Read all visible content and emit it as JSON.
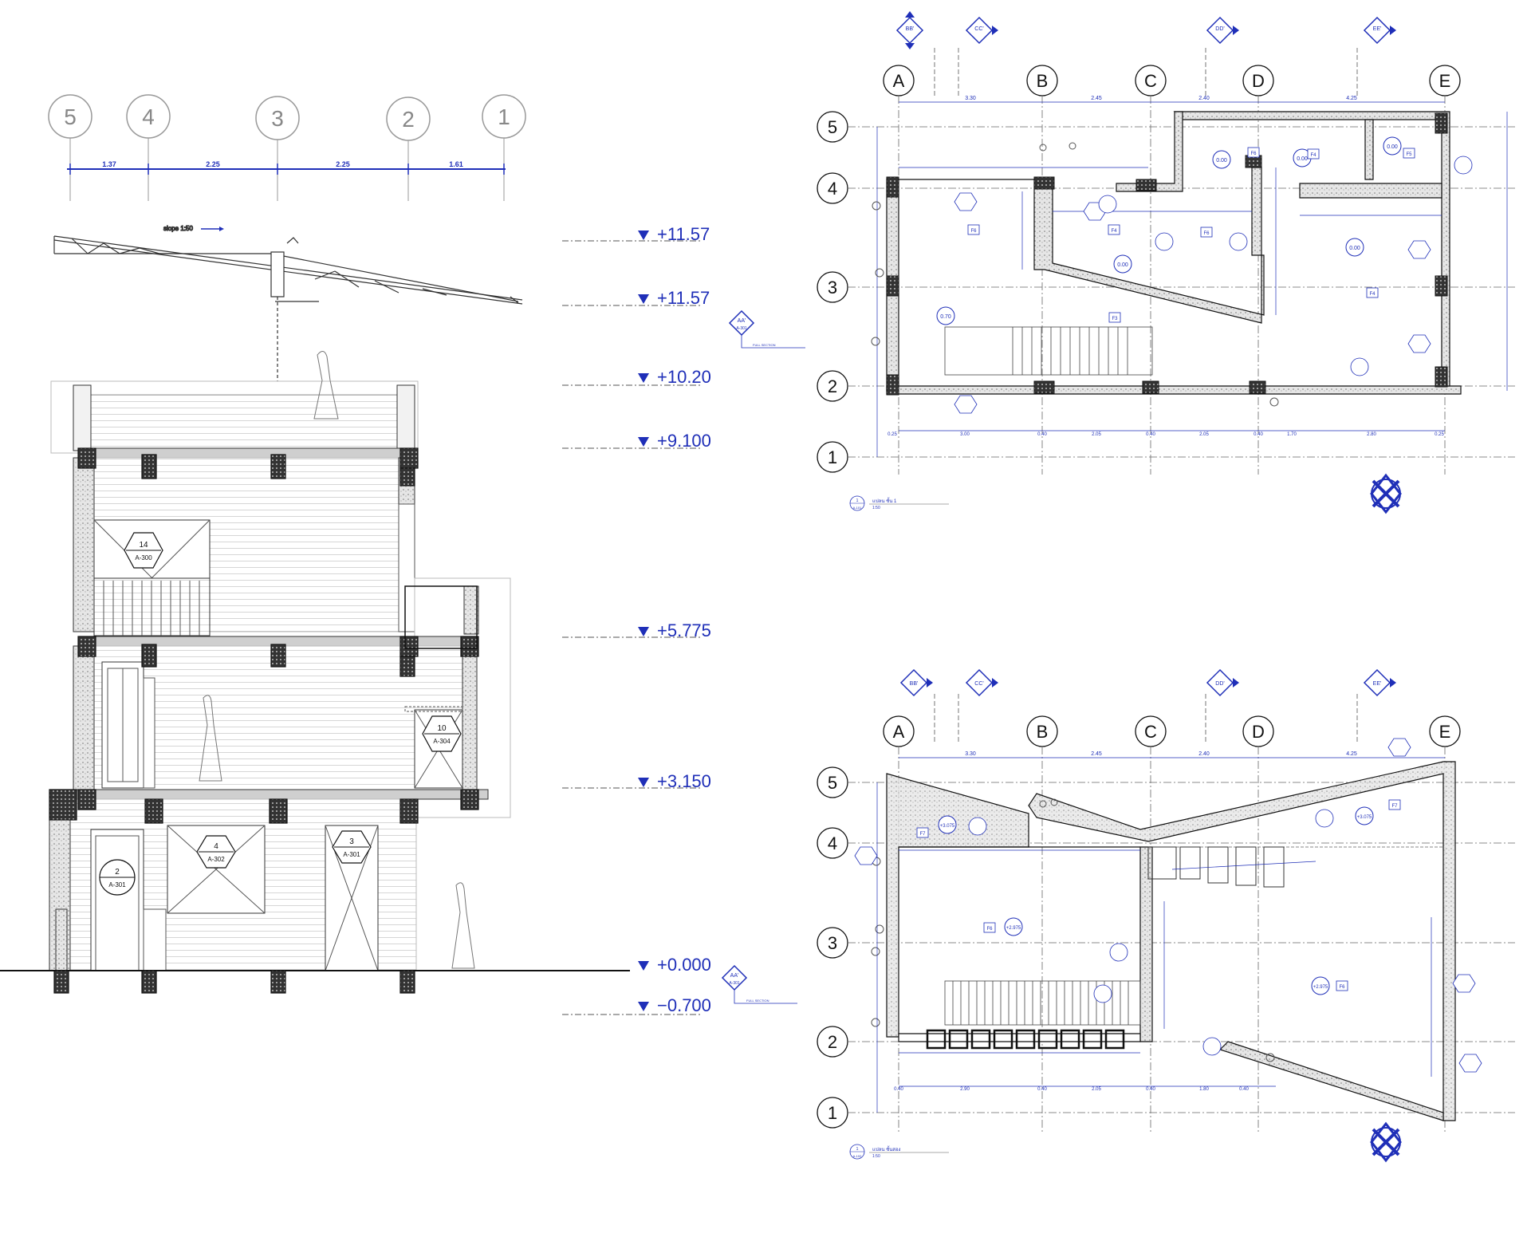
{
  "section": {
    "grid_labels": [
      "5",
      "4",
      "3",
      "2",
      "1"
    ],
    "grid_dims": [
      "1.37",
      "2.25",
      "2.25",
      "1.61"
    ],
    "slope_note": "slope 1:50",
    "levels": [
      "+11.57",
      "+11.57",
      "+10.20",
      "+9.100",
      "+5.775",
      "+3.150",
      "+0.000",
      "−0.700"
    ],
    "callouts": [
      {
        "num": "14",
        "sheet": "A-300"
      },
      {
        "num": "10",
        "sheet": "A-304"
      },
      {
        "num": "4",
        "sheet": "A-302"
      },
      {
        "num": "2",
        "sheet": "A-301"
      },
      {
        "num": "3",
        "sheet": "A-301"
      }
    ],
    "section_markers": [
      {
        "code": "AA'",
        "sheet": "A-301",
        "note": "FULL SECTION"
      },
      {
        "code": "AA'",
        "sheet": "A-301",
        "note": "FULL SECTION"
      }
    ]
  },
  "plan1": {
    "section_tags": [
      "BB'",
      "CC'",
      "DD'",
      "EE'"
    ],
    "col_labels": [
      "A",
      "B",
      "C",
      "D",
      "E"
    ],
    "row_labels": [
      "5",
      "4",
      "3",
      "2",
      "1"
    ],
    "top_dims": [
      "3.30",
      "2.45",
      "2.40",
      "4.25"
    ],
    "bottom_dims": [
      "0.25",
      "3.00",
      "0.40",
      "2.05",
      "0.40",
      "2.05",
      "0.40",
      "1.70",
      "2.80",
      "0.25"
    ],
    "room_levels": [
      "0.00",
      "0.00",
      "0.00",
      "0.00",
      "0.00",
      "0.70"
    ],
    "floor_tags": [
      "F6",
      "F4",
      "F5",
      "F4",
      "F6",
      "F3",
      "F4",
      "F6"
    ],
    "title_num": "1",
    "title_sheet": "A-101",
    "title_text": "แปลน ชั้น 1",
    "title_scale": "1:50"
  },
  "plan2": {
    "section_tags": [
      "BB'",
      "CC'",
      "DD'",
      "EE'"
    ],
    "col_labels": [
      "A",
      "B",
      "C",
      "D",
      "E"
    ],
    "row_labels": [
      "5",
      "4",
      "3",
      "2",
      "1"
    ],
    "top_dims": [
      "3.30",
      "2.45",
      "2.40",
      "4.25"
    ],
    "bottom_dims": [
      "0.40",
      "2.90",
      "0.40",
      "2.05",
      "0.40",
      "1.80",
      "0.40"
    ],
    "room_levels": [
      "+3.075",
      "+2.975",
      "+2.975",
      "+3.075"
    ],
    "floor_tags": [
      "F7",
      "F6",
      "F6",
      "F7"
    ],
    "title_num": "1",
    "title_sheet": "A-102",
    "title_text": "แปลน ชั้นสอง",
    "title_scale": "1:50"
  },
  "colors": {
    "annotation": "#1f2fb8",
    "linework": "#222222",
    "fill": "#d9d9d9"
  }
}
